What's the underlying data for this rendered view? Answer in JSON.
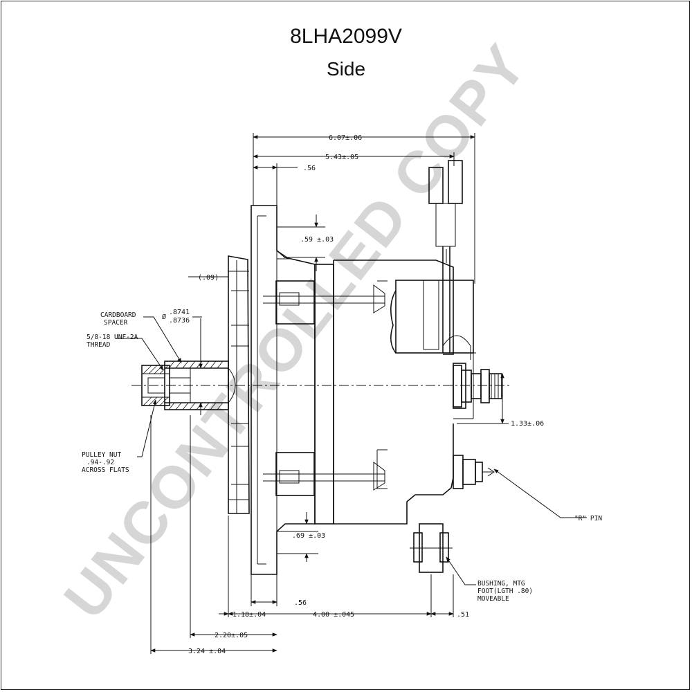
{
  "header": {
    "part_number": "8LHA2099V",
    "view": "Side"
  },
  "dimensions": {
    "overall_length": "6.07±.06",
    "body_length": "5.43±.05",
    "top_offset": ".56",
    "upper_ear": ".59 ±.03",
    "shaft_extension": "(.09)",
    "shaft_diameter_max": ".8741",
    "shaft_diameter_min": ".8736",
    "output_offset": "1.33±.06",
    "lower_ear": ".69 ±.03",
    "bottom_offset": ".56",
    "front_to_ear": "1.18±.04",
    "ear_spacing": "4.00 ±.045",
    "rear_offset": ".51",
    "front_length": "2.20±.05",
    "shaft_length": "3.24 ±.04"
  },
  "callouts": {
    "cardboard_spacer": [
      "CARDBOARD",
      "SPACER"
    ],
    "diameter_symbol": "Ø",
    "thread": [
      "5/8-18 UNF-2A",
      "THREAD"
    ],
    "pulley_nut": [
      "PULLEY NUT",
      ".94-.92",
      "ACROSS FLATS"
    ],
    "r_pin": "\"R\" PIN",
    "bushing": [
      "BUSHING, MTG",
      "FOOT(LGTH .80)",
      "MOVEABLE"
    ]
  },
  "watermark": "UNCONTROLLED COPY"
}
